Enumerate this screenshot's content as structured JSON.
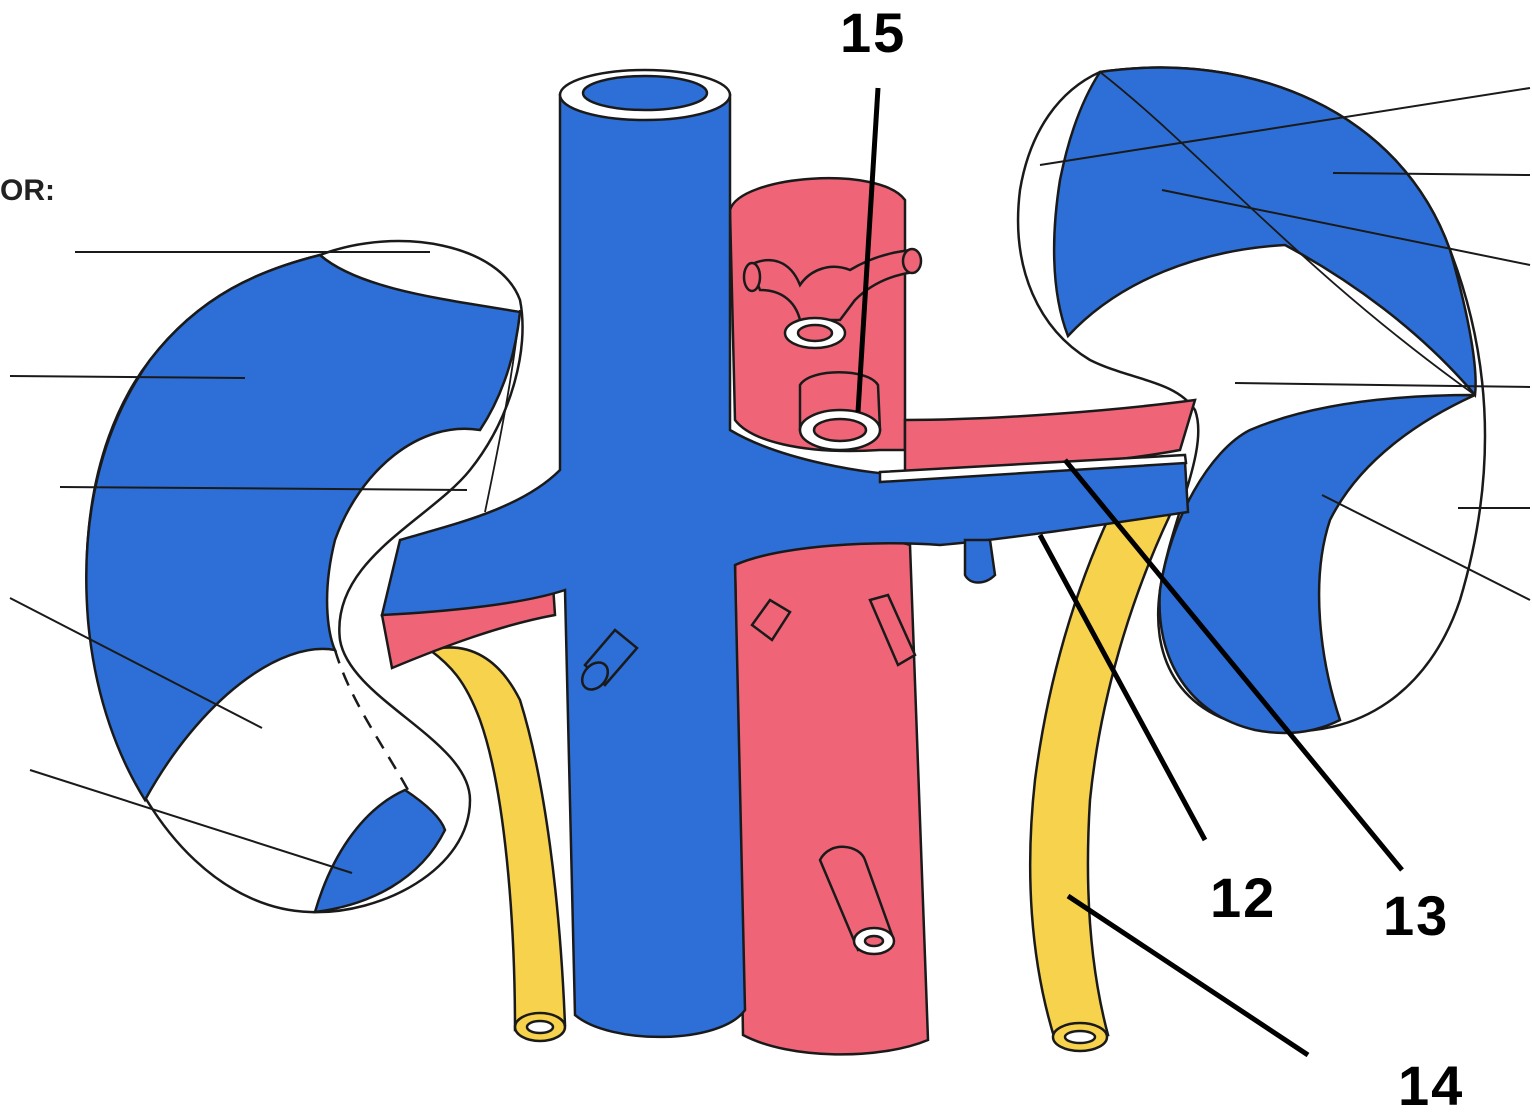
{
  "diagram": {
    "partial_heading": "OR:",
    "labels": {
      "l12": "12",
      "l13": "13",
      "l14": "14",
      "l15": "15"
    },
    "colors": {
      "vein_blue": "#2d6fd6",
      "artery_red": "#ef6577",
      "ureter_yellow": "#f7d24d",
      "outline": "#1a1a1a",
      "background": "#ffffff"
    }
  }
}
